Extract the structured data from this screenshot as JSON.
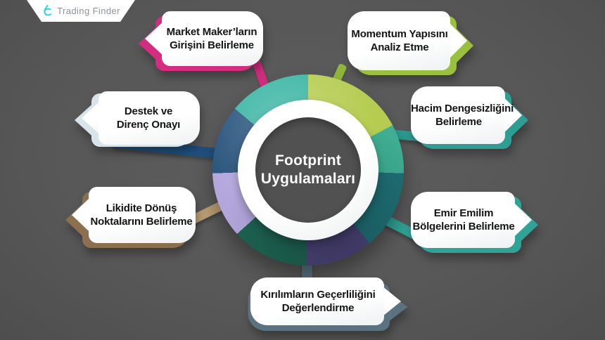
{
  "logo": {
    "text": "Trading Finder",
    "icon": "trading-finder-icon",
    "icon_color": "#2ed3e2",
    "text_color": "#8d939c",
    "badge_color": "#ffffff"
  },
  "background_color": "#585858",
  "donut": {
    "center_lines": [
      "Footprint",
      "Uygulamaları"
    ],
    "center_bg": "#515151",
    "center_text_color": "#ffffff",
    "segments": [
      {
        "name": "lime",
        "color": "#b5cc50",
        "from": 0,
        "to": 62
      },
      {
        "name": "teal-green",
        "color": "#3fae92",
        "from": 62,
        "to": 92
      },
      {
        "name": "dark-teal",
        "color": "#1f7076",
        "from": 92,
        "to": 140
      },
      {
        "name": "purple",
        "color": "#4c4579",
        "from": 140,
        "to": 181
      },
      {
        "name": "dark-green",
        "color": "#1e6352",
        "from": 181,
        "to": 228
      },
      {
        "name": "lavender",
        "color": "#b2a6dc",
        "from": 228,
        "to": 268
      },
      {
        "name": "dark-blue",
        "color": "#24507a",
        "from": 268,
        "to": 310
      },
      {
        "name": "teal",
        "color": "#35b3a1",
        "from": 310,
        "to": 360
      }
    ]
  },
  "callouts": [
    {
      "id": "market-maker",
      "lines": [
        "Market Maker’ların",
        "Girişini Belirleme"
      ],
      "accent": "#d42c80",
      "tail_color": "#d42c80",
      "direction": "left"
    },
    {
      "id": "momentum",
      "lines": [
        "Momentum Yapısını",
        "Analiz Etme"
      ],
      "accent": "#99c03e",
      "tail_color": "#8fb83a",
      "direction": "right"
    },
    {
      "id": "destek",
      "lines": [
        "Destek ve",
        "Direnç Onayı"
      ],
      "accent": "#d9e4ea",
      "tail_color": "#20507f",
      "direction": "left"
    },
    {
      "id": "hacim",
      "lines": [
        "Hacim Dengesizliğini",
        "Belirleme"
      ],
      "accent": "#2e9e93",
      "tail_color": "#2e9e93",
      "direction": "right"
    },
    {
      "id": "likidite",
      "lines": [
        "Likidite Dönüş",
        "Noktalarını Belirleme"
      ],
      "accent": "#8b6f4e",
      "tail_color": "#bda075",
      "direction": "left"
    },
    {
      "id": "emir",
      "lines": [
        "Emir Emilim",
        "Bölgelerini Belirleme"
      ],
      "accent": "#2fa396",
      "tail_color": "#2fa396",
      "direction": "right"
    },
    {
      "id": "kirilim",
      "lines": [
        "Kırılımların Geçerliliğini",
        "Değerlendirme"
      ],
      "accent": "#5b7380",
      "tail_color": "#5b7380",
      "direction": "right"
    }
  ]
}
